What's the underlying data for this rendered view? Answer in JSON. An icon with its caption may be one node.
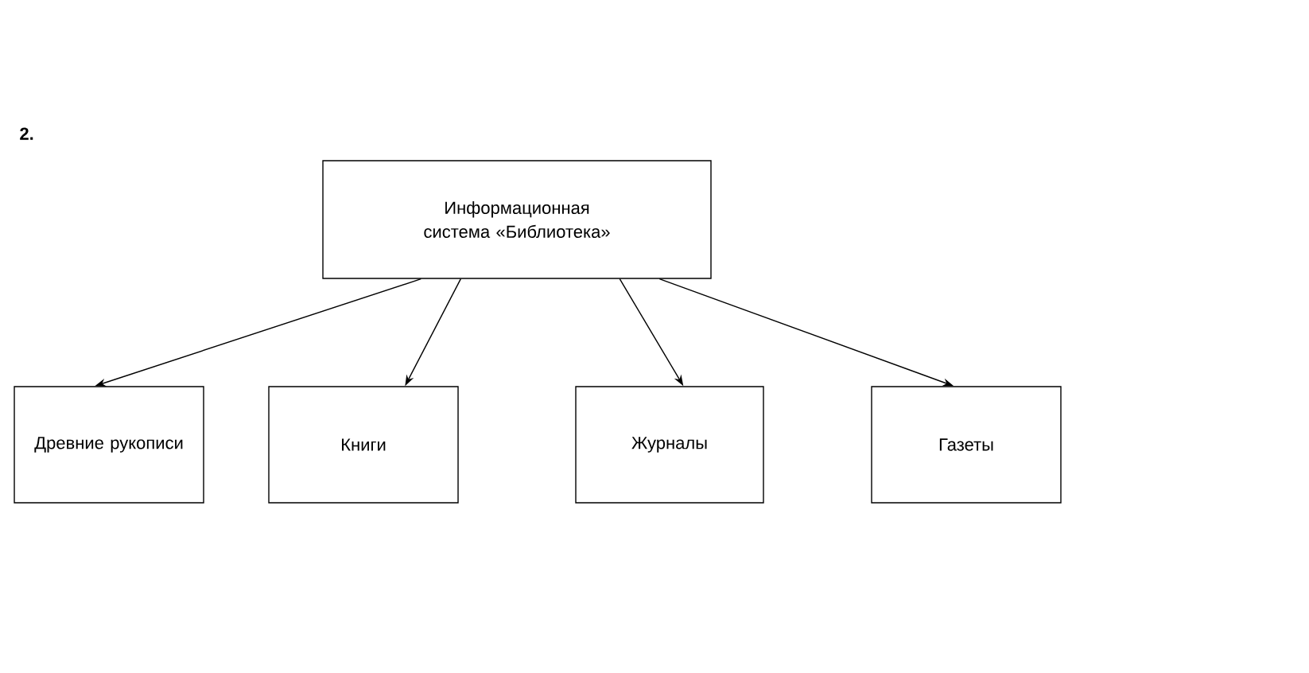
{
  "diagram": {
    "nodes": [
      {
        "text": [
          "Информационная система «Библиотека»"
        ]
      },
      {
        "text": [
          "Древние рукописи"
        ]
      },
      {
        "text": [
          "Книги"
        ]
      },
      {
        "text": [
          "Журналы"
        ]
      },
      {
        "text": [
          "Газеты"
        ]
      }
    ],
    "edges": [
      {
        "from": 0,
        "to": 1,
        "arrow": "to"
      },
      {
        "from": 0,
        "to": 2,
        "arrow": "to"
      },
      {
        "from": 0,
        "to": 3,
        "arrow": "to"
      },
      {
        "from": 0,
        "to": 4,
        "arrow": "to"
      }
    ],
    "labels": [
      "2."
    ]
  }
}
